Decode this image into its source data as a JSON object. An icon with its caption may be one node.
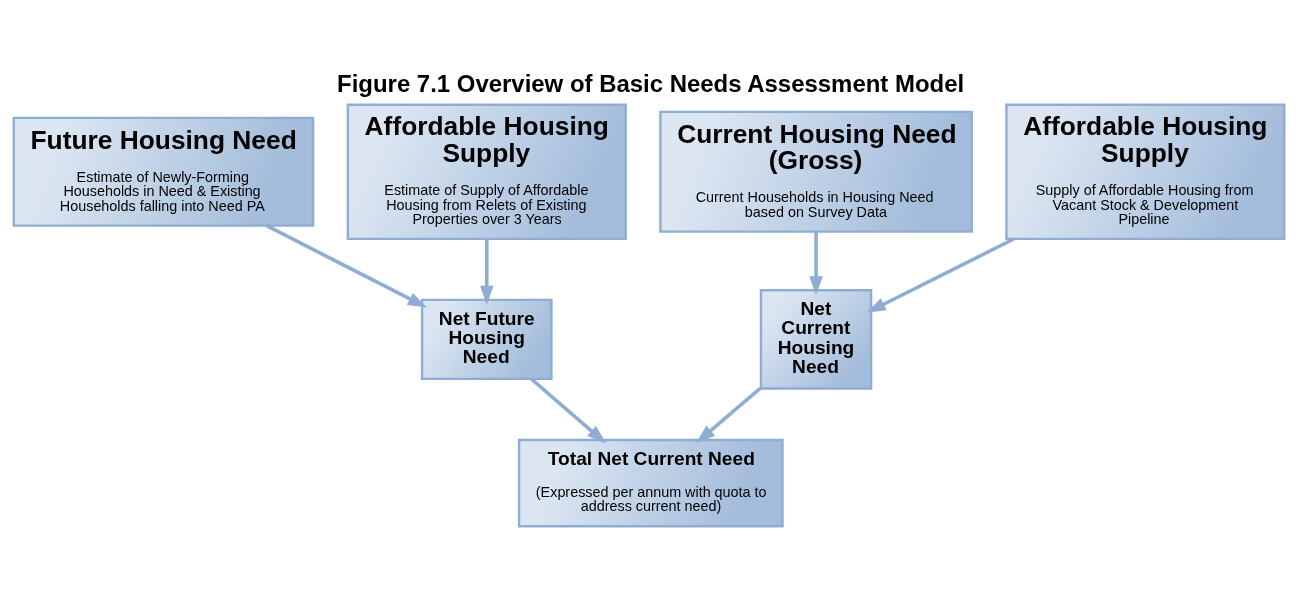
{
  "diagram": {
    "title": "Figure 7.1 Overview of Basic Needs Assessment Model",
    "nodes": [
      {
        "text": [
          "Future Housing Need",
          "Estimate of Newly-Forming Households in Need & Existing Households falling into Need PA"
        ]
      },
      {
        "text": [
          "Affordable Housing Supply",
          "Estimate of Supply of Affordable Housing from Relets of Existing Properties over 3 Years"
        ]
      },
      {
        "text": [
          "Net Future Housing Need"
        ]
      },
      {
        "text": [
          "Net Current Housing Need"
        ]
      },
      {
        "text": [
          "Current Housing Need (Gross)",
          "Current Households in Housing Need based on Survey Data"
        ]
      },
      {
        "text": [
          "Affordable Housing Supply",
          "Supply of Affordable Housing from Vacant Stock & Development Pipeline"
        ]
      },
      {
        "text": [
          "Total Net Current Need",
          "(Expressed per annum with quota to address current need)"
        ]
      }
    ],
    "edges": [
      {
        "from": 0,
        "to": 2,
        "arrow": "to"
      },
      {
        "from": 1,
        "to": 2,
        "arrow": "to"
      },
      {
        "from": 4,
        "to": 3,
        "arrow": "to"
      },
      {
        "from": 5,
        "to": 3,
        "arrow": "to"
      },
      {
        "from": 2,
        "to": 6,
        "arrow": "to"
      },
      {
        "from": 3,
        "to": 6,
        "arrow": "to"
      }
    ]
  }
}
